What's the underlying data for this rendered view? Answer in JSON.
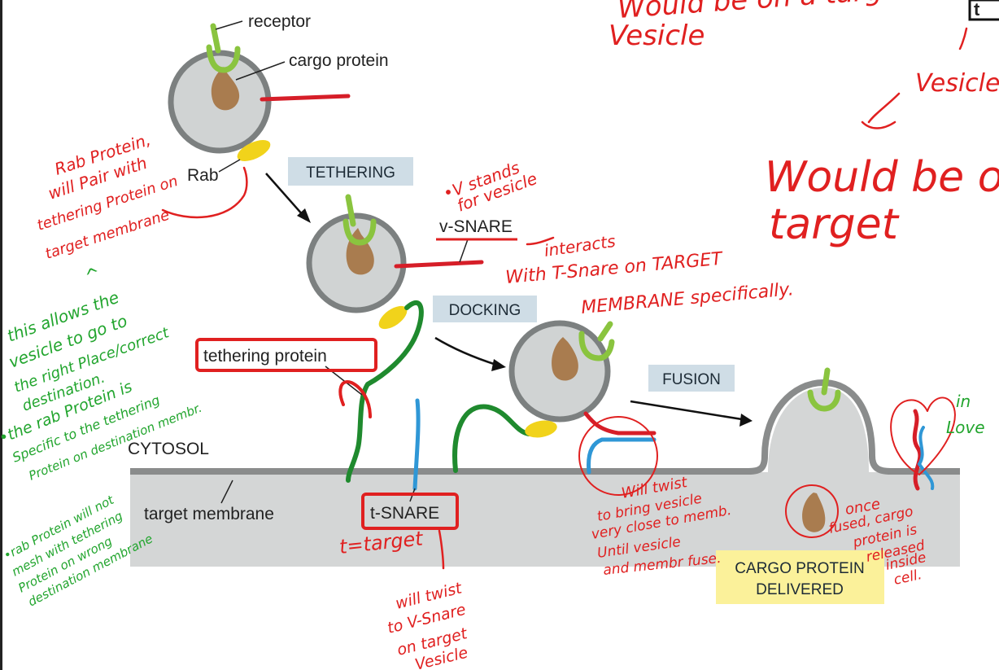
{
  "labels": {
    "receptor": "receptor",
    "cargo_protein": "cargo protein",
    "rab": "Rab",
    "v_snare": "v-SNARE",
    "tethering_protein": "tethering protein",
    "cytosol": "CYTOSOL",
    "target_membrane": "target membrane",
    "t_snare": "t-SNARE"
  },
  "steps": {
    "tethering": "TETHERING",
    "docking": "DOCKING",
    "fusion": "FUSION",
    "delivered_line1": "CARGO PROTEIN",
    "delivered_line2": "DELIVERED"
  },
  "annotations": {
    "top_line1": "Would be on a target",
    "top_line2": "Vesicle",
    "right_vesicle": "Vesicle",
    "right_big1": "Would be on",
    "right_big2": "target",
    "v_stands1": "•V stands",
    "v_stands2": "for vesicle",
    "interacts1": "interacts",
    "interacts2": "With T-Snare on TARGET",
    "interacts3": "MEMBRANE specifically.",
    "rab_note1": "Rab Protein,",
    "rab_note2": "will Pair with",
    "rab_note3": "tethering Protein on",
    "rab_note4": "target membrane",
    "allows1": "this allows the",
    "allows2": "vesicle to go to",
    "allows3": "the right Place/correct",
    "allows4": "destination.",
    "specific1": "•the rab Protein is",
    "specific2": "Specific to the tethering",
    "specific3": "Protein on destination membr.",
    "wrong1": "•rab Protein will not",
    "wrong2": "mesh with tethering",
    "wrong3": "Protein on wrong",
    "wrong4": "destination membrane",
    "t_target": "t=target",
    "twist_v1": "will twist",
    "twist_v2": "to V-Snare",
    "twist_v3": "on target",
    "twist_v4": "Vesicle",
    "twist_close1": "Will twist",
    "twist_close2": "to bring vesicle",
    "twist_close3": "very close to memb.",
    "twist_close4": "Until vesicle",
    "twist_close5": "and membr fuse.",
    "once1": "once",
    "once2": "fused, cargo",
    "once3": "protein is",
    "once4": "released",
    "once5": "inside",
    "once6": "cell.",
    "in_love1": "in",
    "in_love2": "Love",
    "t_corner": "t"
  }
}
